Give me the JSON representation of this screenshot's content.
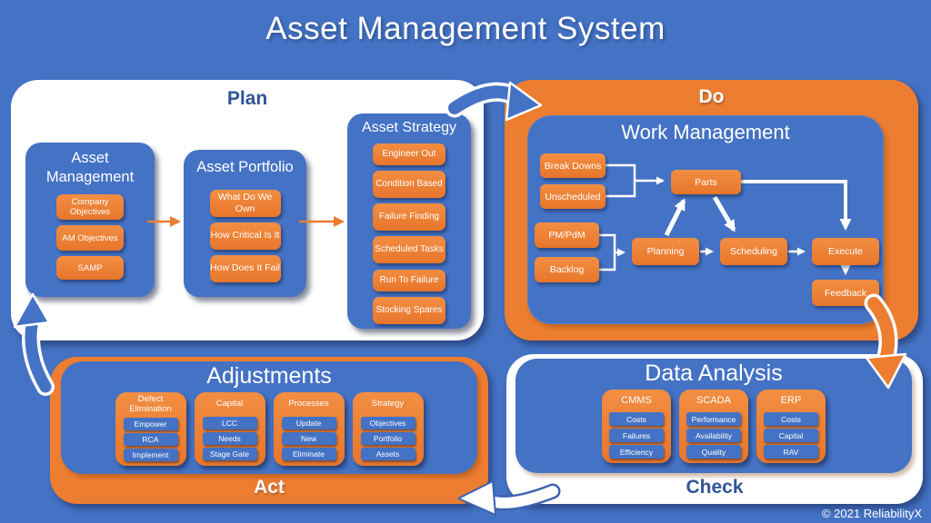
{
  "title": "Asset Management System",
  "copyright": "© 2021 ReliabilityX",
  "colors": {
    "background": "#4472C4",
    "accent_orange": "#ED7D31",
    "panel_white": "#FFFFFF",
    "label_blue": "#2F5597"
  },
  "plan": {
    "label": "Plan",
    "asset_management": {
      "title": "Asset Management",
      "items": [
        "Company Objectives",
        "AM Objectives",
        "SAMP"
      ]
    },
    "asset_portfolio": {
      "title": "Asset Portfolio",
      "items": [
        "What Do We Own",
        "How Critical Is It",
        "How Does It Fail"
      ]
    },
    "asset_strategy": {
      "title": "Asset Strategy",
      "items": [
        "Engineer Out",
        "Condition Based",
        "Failure Finding",
        "Scheduled Tasks",
        "Run To Failure",
        "Stocking Spares"
      ]
    }
  },
  "do": {
    "label": "Do",
    "work_management": {
      "title": "Work Management",
      "boxes": {
        "break_downs": "Break Downs",
        "unscheduled": "Unscheduled",
        "pm_pdm": "PM/PdM",
        "backlog": "Backlog",
        "parts": "Parts",
        "planning": "Planning",
        "scheduling": "Scheduling",
        "execute": "Execute",
        "feedback": "Feedback"
      }
    }
  },
  "act": {
    "label": "Act",
    "adjustments": {
      "title": "Adjustments",
      "groups": [
        {
          "title": "Defect Elimination",
          "items": [
            "Empower",
            "RCA",
            "Implement"
          ]
        },
        {
          "title": "Capital",
          "items": [
            "LCC",
            "Needs",
            "Stage Gate"
          ]
        },
        {
          "title": "Processes",
          "items": [
            "Update",
            "New",
            "Eliminate"
          ]
        },
        {
          "title": "Strategy",
          "items": [
            "Objectives",
            "Portfolio",
            "Assets"
          ]
        }
      ]
    }
  },
  "check": {
    "label": "Check",
    "data_analysis": {
      "title": "Data Analysis",
      "groups": [
        {
          "title": "CMMS",
          "items": [
            "Costs",
            "Failures",
            "Efficiency"
          ]
        },
        {
          "title": "SCADA",
          "items": [
            "Performance",
            "Availability",
            "Quality"
          ]
        },
        {
          "title": "ERP",
          "items": [
            "Costs",
            "Capital",
            "RAV"
          ]
        }
      ]
    }
  }
}
